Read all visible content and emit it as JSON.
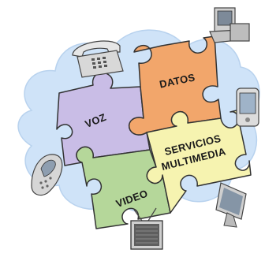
{
  "diagram": {
    "pieces": [
      {
        "id": "voz",
        "label": "VOZ",
        "color": "#c9bde6"
      },
      {
        "id": "datos",
        "label": "DATOS",
        "color": "#f2a66b"
      },
      {
        "id": "video",
        "label": "VIDEO",
        "color": "#b5d79a"
      },
      {
        "id": "multimedia",
        "label_line1": "SERVICIOS",
        "label_line2": "MULTIMEDIA",
        "color": "#f6f3b0"
      }
    ],
    "cloud_color": "#cfe3f8",
    "devices": [
      "telephone-icon",
      "desktop-computer-icon",
      "pda-icon",
      "mobile-phone-icon",
      "monitor-icon",
      "television-icon"
    ]
  }
}
